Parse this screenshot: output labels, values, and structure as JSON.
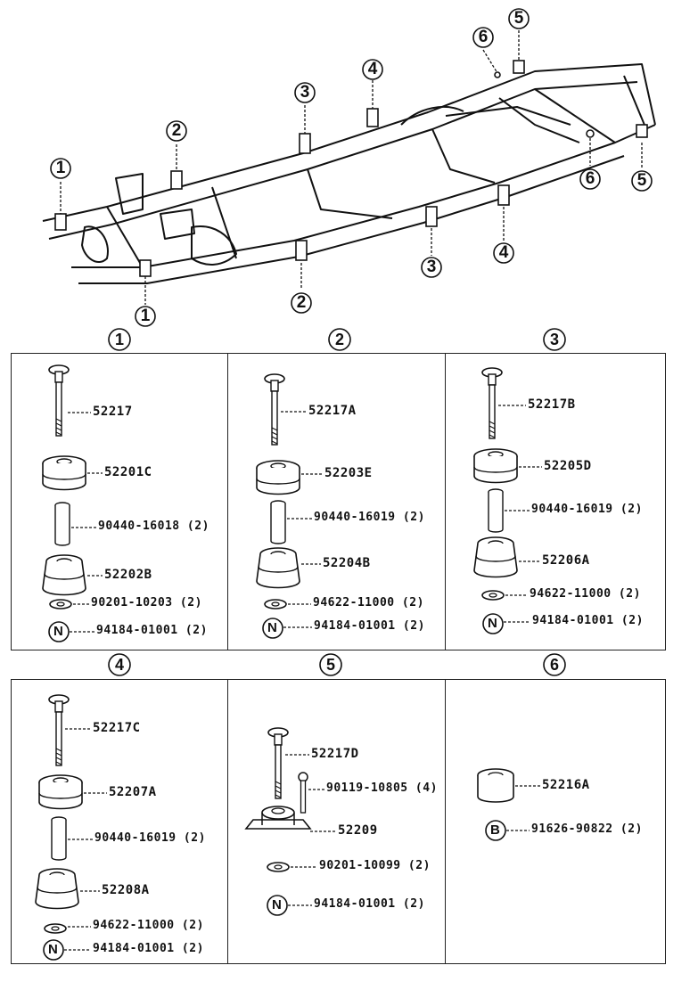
{
  "overview": {
    "callouts": [
      "1",
      "1",
      "2",
      "2",
      "3",
      "3",
      "4",
      "4",
      "5",
      "5",
      "6",
      "6"
    ]
  },
  "sections": [
    {
      "num": "1",
      "parts": [
        "52217",
        "52201C",
        "90440-16018 (2)",
        "52202B",
        "90201-10203 (2)",
        "94184-01001 (2)"
      ],
      "badge": "N"
    },
    {
      "num": "2",
      "parts": [
        "52217A",
        "52203E",
        "90440-16019 (2)",
        "52204B",
        "94622-11000 (2)",
        "94184-01001 (2)"
      ],
      "badge": "N"
    },
    {
      "num": "3",
      "parts": [
        "52217B",
        "52205D",
        "90440-16019 (2)",
        "52206A",
        "94622-11000 (2)",
        "94184-01001 (2)"
      ],
      "badge": "N"
    },
    {
      "num": "4",
      "parts": [
        "52217C",
        "52207A",
        "90440-16019 (2)",
        "52208A",
        "94622-11000 (2)",
        "94184-01001 (2)"
      ],
      "badge": "N"
    },
    {
      "num": "5",
      "parts": [
        "52217D",
        "90119-10805 (4)",
        "52209",
        "90201-10099 (2)",
        "94184-01001 (2)"
      ],
      "badge": "N"
    },
    {
      "num": "6",
      "parts": [
        "52216A",
        "91626-90822 (2)"
      ],
      "badge": "B"
    }
  ]
}
